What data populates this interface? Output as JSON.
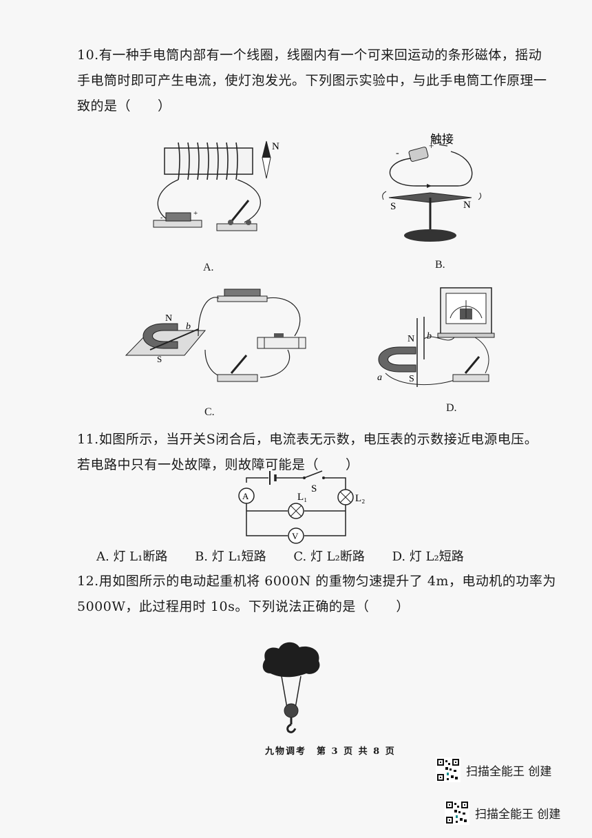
{
  "q10": {
    "line1": "10.有一种手电筒内部有一个线圈，线圈内有一个可来回运动的条形磁体，摇动",
    "line2": "手电筒时即可产生电流，使灯泡发光。下列图示实验中，与此手电筒工作原理一",
    "line3": "致的是（　　）",
    "labels": {
      "a": "A.",
      "b": "B.",
      "c": "C.",
      "d": "D."
    },
    "fig_text": {
      "a_north": "N",
      "b_touch": "触接",
      "b_south": "S",
      "b_north": "N",
      "c_north": "N",
      "c_b": "b",
      "c_south": "S",
      "d_north": "N",
      "d_b": "b",
      "d_a": "a",
      "d_south": "S"
    }
  },
  "q11": {
    "line1": "11.如图所示，当开关S闭合后，电流表无示数，电压表的示数接近电源电压。",
    "line2": "若电路中只有一处故障，则故障可能是（　　）",
    "fig_text": {
      "s": "S",
      "l1": "L₁",
      "l2": "L₂",
      "ammeter": "A",
      "voltmeter": "V"
    },
    "options": [
      "A. 灯 L₁断路",
      "B. 灯 L₁短路",
      "C. 灯 L₂断路",
      "D. 灯 L₂短路"
    ]
  },
  "q12": {
    "line1": "12.用如图所示的电动起重机将 6000N 的重物匀速提升了 4m，电动机的功率为",
    "line2": "5000W，此过程用时 10s。下列说法正确的是（　　）"
  },
  "footer": {
    "text": "九物调考　第 3 页 共 8 页"
  },
  "stamps": [
    {
      "text": "扫描全能王 创建"
    },
    {
      "text": "扫描全能王  创建"
    }
  ]
}
